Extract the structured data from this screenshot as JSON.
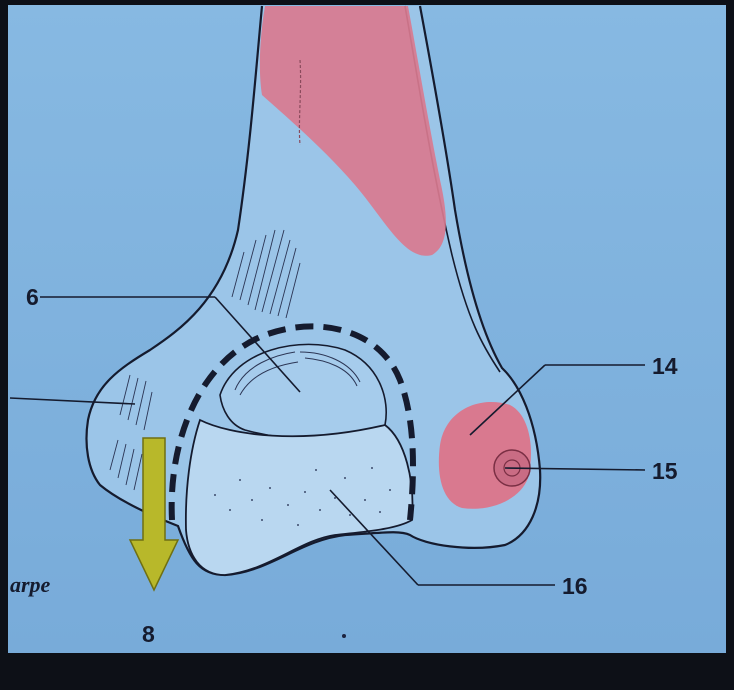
{
  "labels": {
    "l6": "6",
    "l8": "8",
    "l14": "14",
    "l15": "15",
    "l16": "16",
    "fragment": "arpe"
  },
  "colors": {
    "background": "#7fb2de",
    "outline": "#151b2e",
    "muscle_pink": "#d9798f",
    "arrow_yellow": "#b8b82a",
    "frame": "#0d1017"
  }
}
